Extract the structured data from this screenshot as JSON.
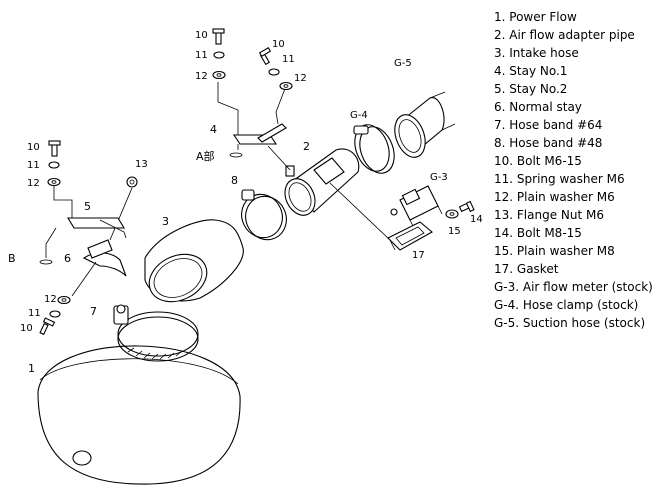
{
  "legend": [
    "1. Power Flow",
    "2. Air flow adapter pipe",
    "3. Intake hose",
    "4. Stay No.1",
    "5. Stay No.2",
    "6. Normal stay",
    "7. Hose band #64",
    "8. Hose band #48",
    "10. Bolt M6-15",
    "11. Spring washer M6",
    "12. Plain washer M6",
    "13. Flange Nut M6",
    "14. Bolt M8-15",
    "15. Plain washer M8",
    "17. Gasket",
    "G-3. Air flow meter (stock)",
    "G-4. Hose clamp (stock)",
    "G-5. Suction hose (stock)"
  ],
  "callouts": {
    "n1": "1",
    "n2": "2",
    "n3": "3",
    "n4": "4",
    "n5": "5",
    "n6": "6",
    "n7": "7",
    "n8": "8",
    "n10a": "10",
    "n11a": "11",
    "n12a": "12",
    "n10b": "10",
    "n11b": "11",
    "n12b": "12",
    "n10c": "10",
    "n11c": "11",
    "n12c": "12",
    "n10d": "10",
    "n11d": "11",
    "n12d": "12",
    "n13": "13",
    "n14": "14",
    "n15": "15",
    "n17": "17",
    "g3": "G-3",
    "g4": "G-4",
    "g5": "G-5",
    "a_part": "A部",
    "b_part": "B"
  }
}
